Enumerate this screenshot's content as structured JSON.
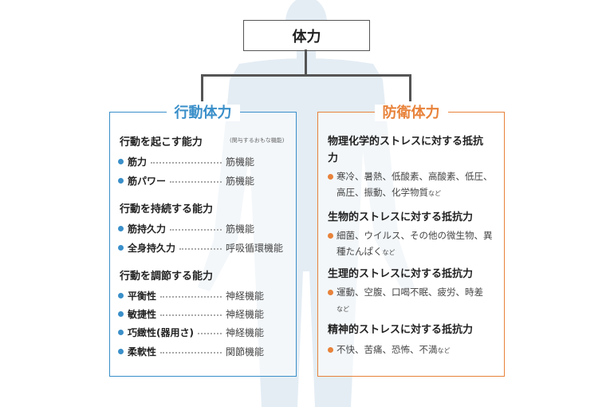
{
  "top": {
    "title": "体力"
  },
  "left": {
    "title": "行動体力",
    "color": "#3a8fc9",
    "note": "(関与するおもな機能)",
    "groups": [
      {
        "heading": "行動を起こす能力",
        "items": [
          {
            "label": "筋力",
            "func": "筋機能"
          },
          {
            "label": "筋パワー",
            "func": "筋機能"
          }
        ]
      },
      {
        "heading": "行動を持続する能力",
        "items": [
          {
            "label": "筋持久力",
            "func": "筋機能"
          },
          {
            "label": "全身持久力",
            "func": "呼吸循環機能"
          }
        ]
      },
      {
        "heading": "行動を調節する能力",
        "items": [
          {
            "label": "平衡性",
            "func": "神経機能"
          },
          {
            "label": "敏捷性",
            "func": "神経機能"
          },
          {
            "label": "巧緻性(器用さ)",
            "func": "神経機能"
          },
          {
            "label": "柔軟性",
            "func": "関節機能"
          }
        ]
      }
    ]
  },
  "right": {
    "title": "防衛体力",
    "color": "#e8823a",
    "groups": [
      {
        "heading": "物理化学的ストレスに対する抵抗力",
        "text": "寒冷、暑熱、低酸素、高酸素、低圧、高圧、振動、化学物質",
        "suffix": "など"
      },
      {
        "heading": "生物的ストレスに対する抵抗力",
        "text": "細菌、ウイルス、その他の微生物、異種たんぱく",
        "suffix": "など"
      },
      {
        "heading": "生理的ストレスに対する抵抗力",
        "text": "運動、空腹、口喝不眠、疲労、時差",
        "suffix": "など"
      },
      {
        "heading": "精神的ストレスに対する抵抗力",
        "text": "不快、苦痛、恐怖、不満",
        "suffix": "など"
      }
    ]
  }
}
